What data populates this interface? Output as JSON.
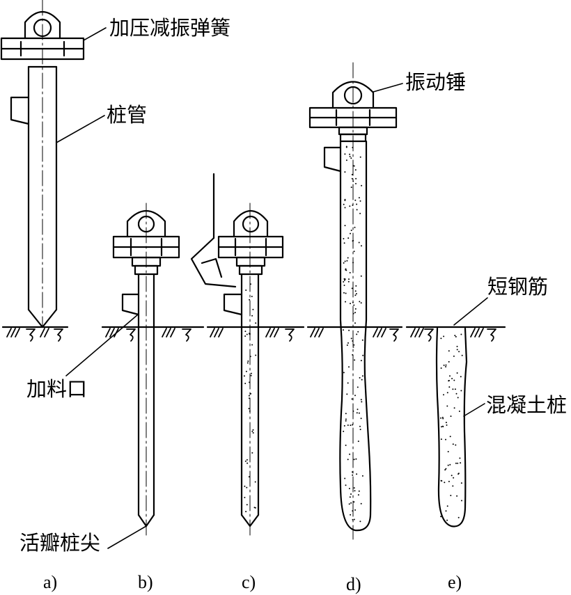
{
  "labels": {
    "spring": "加压减振弹簧",
    "pipe": "桩管",
    "feed_port": "加料口",
    "tip": "活瓣桩尖",
    "hammer": "振动锤",
    "rebar": "短钢筋",
    "pile": "混凝土桩"
  },
  "steps": [
    "a)",
    "b)",
    "c)",
    "d)",
    "e)"
  ],
  "colors": {
    "stroke": "#000000",
    "background": "#ffffff"
  }
}
